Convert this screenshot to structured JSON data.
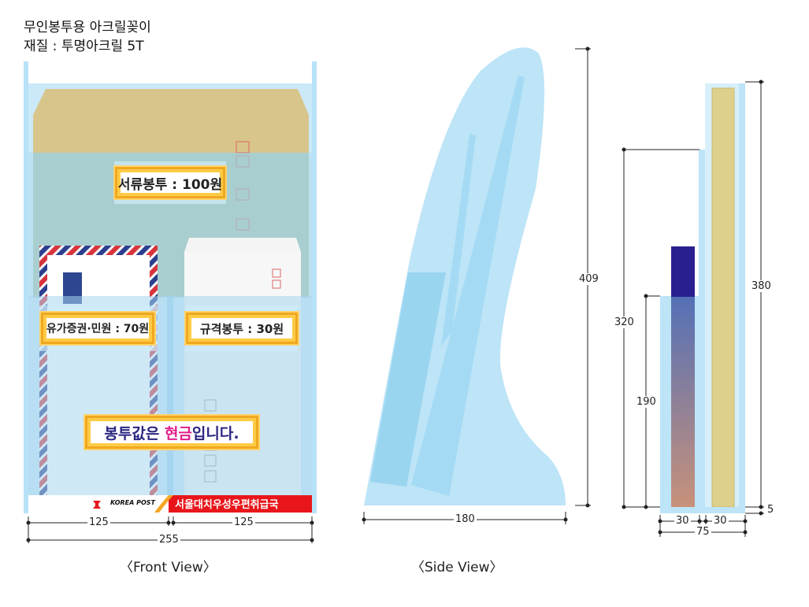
{
  "header": {
    "title_line1": "무인봉투용 아크릴꽂이",
    "title_line2": "재질 : 투명아크릴 5T"
  },
  "front": {
    "label_doc": "서류봉투 : 100원",
    "label_securities": "유가증권·민원 : 70원",
    "label_standard": "규격봉투 : 30원",
    "cash_notice_pre": "봉투값은 ",
    "cash_notice_highlight": "현금",
    "cash_notice_post": "입니다.",
    "banner_brand": "KOREA POST",
    "banner_text": "서울대치우성우편취급국",
    "dim_left": "125",
    "dim_right": "125",
    "dim_total": "255",
    "caption": "〈Front View〉"
  },
  "side": {
    "dim_height": "409",
    "dim_width": "180",
    "caption": "〈Side View〉"
  },
  "section": {
    "dim_320": "320",
    "dim_190": "190",
    "dim_380": "380",
    "dim_5": "5",
    "dim_30a": "30",
    "dim_30b": "30",
    "dim_75": "75"
  },
  "colors": {
    "acrylic": "#bfe4f7",
    "acrylic_edge": "#8fcdee",
    "kraft": "#d9c98a",
    "highlight_pink": "#e0218a",
    "banner_red": "#e8161b"
  }
}
